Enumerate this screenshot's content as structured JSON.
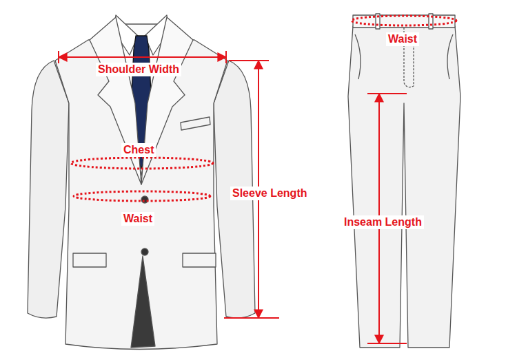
{
  "diagram": {
    "labels": [
      "Shoulder Width",
      "Chest",
      "Waist",
      "Sleeve Length",
      "Waist",
      "Inseam Length"
    ]
  }
}
